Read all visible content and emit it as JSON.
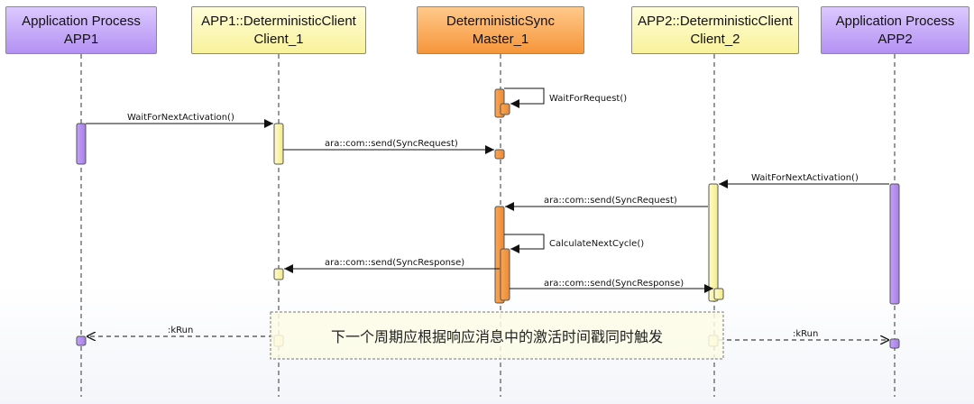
{
  "lifelines": [
    {
      "id": "app1",
      "line1": "Application Process",
      "line2": "APP1"
    },
    {
      "id": "client1",
      "line1": "APP1::DeterministicClient",
      "line2": "Client_1"
    },
    {
      "id": "master",
      "line1": "DeterministicSync",
      "line2": "Master_1"
    },
    {
      "id": "client2",
      "line1": "APP2::DeterministicClient",
      "line2": "Client_2"
    },
    {
      "id": "app2",
      "line1": "Application Process",
      "line2": "APP2"
    }
  ],
  "messages": {
    "wait_for_request": "WaitForRequest()",
    "wait_next_act_1": "WaitForNextActivation()",
    "send_sync_request_1": "ara::com::send(SyncRequest)",
    "wait_next_act_2": "WaitForNextActivation()",
    "send_sync_request_2": "ara::com::send(SyncRequest)",
    "calc_next_cycle": "CalculateNextCycle()",
    "send_sync_response_1": "ara::com::send(SyncResponse)",
    "send_sync_response_2": "ara::com::send(SyncResponse)",
    "krun_1": ":kRun",
    "krun_2": ":kRun"
  },
  "note": "下一个周期应根据响应消息中的激活时间戳同时触发",
  "colors": {
    "purple_act": "#b58ef2",
    "yellow_act": "#f7f39a",
    "orange_act": "#f2923a",
    "line": "#222222"
  }
}
